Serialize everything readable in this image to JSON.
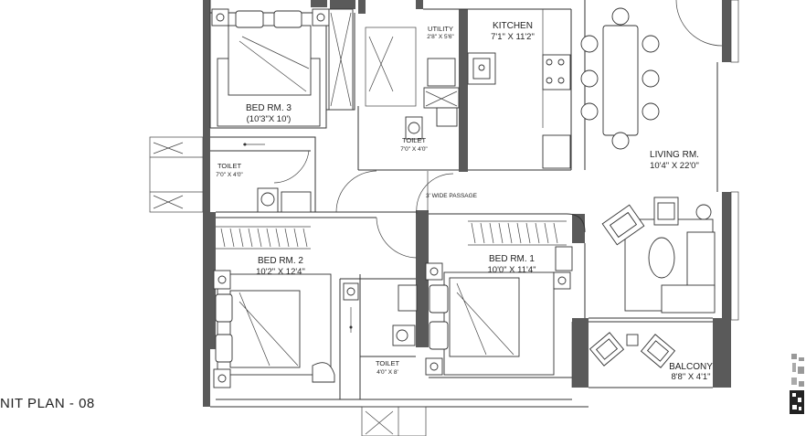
{
  "plan_title": "NIT PLAN - 08",
  "rooms": {
    "bed3": {
      "name": "BED RM. 3",
      "dim": "(10'3\"X 10')"
    },
    "bed2": {
      "name": "BED RM. 2",
      "dim": "10'2\" X 12'4\""
    },
    "bed1": {
      "name": "BED RM. 1",
      "dim": "10'0\" X 11'4\""
    },
    "living": {
      "name": "LIVING RM.",
      "dim": "10'4\" X 22'0\""
    },
    "kitchen": {
      "name": "KITCHEN",
      "dim": "7'1\" X 11'2\""
    },
    "utility": {
      "name": "UTILITY",
      "dim": "2'8\" X 5'6\""
    },
    "balcony": {
      "name": "BALCONY",
      "dim": "8'8\" X 4'1\""
    },
    "toilet_center": {
      "name": "TOILET",
      "dim": "7'0\" X 4'0\""
    },
    "toilet_left": {
      "name": "TOILET",
      "dim": "7'0\" X 4'0\""
    },
    "toilet_bottom": {
      "name": "TOILET",
      "dim": "4'0\" X 8'"
    }
  },
  "passage": {
    "label": "3' WIDE PASSAGE"
  },
  "colors": {
    "wall": "#5a5a5a",
    "line": "#333333",
    "background": "#ffffff"
  }
}
